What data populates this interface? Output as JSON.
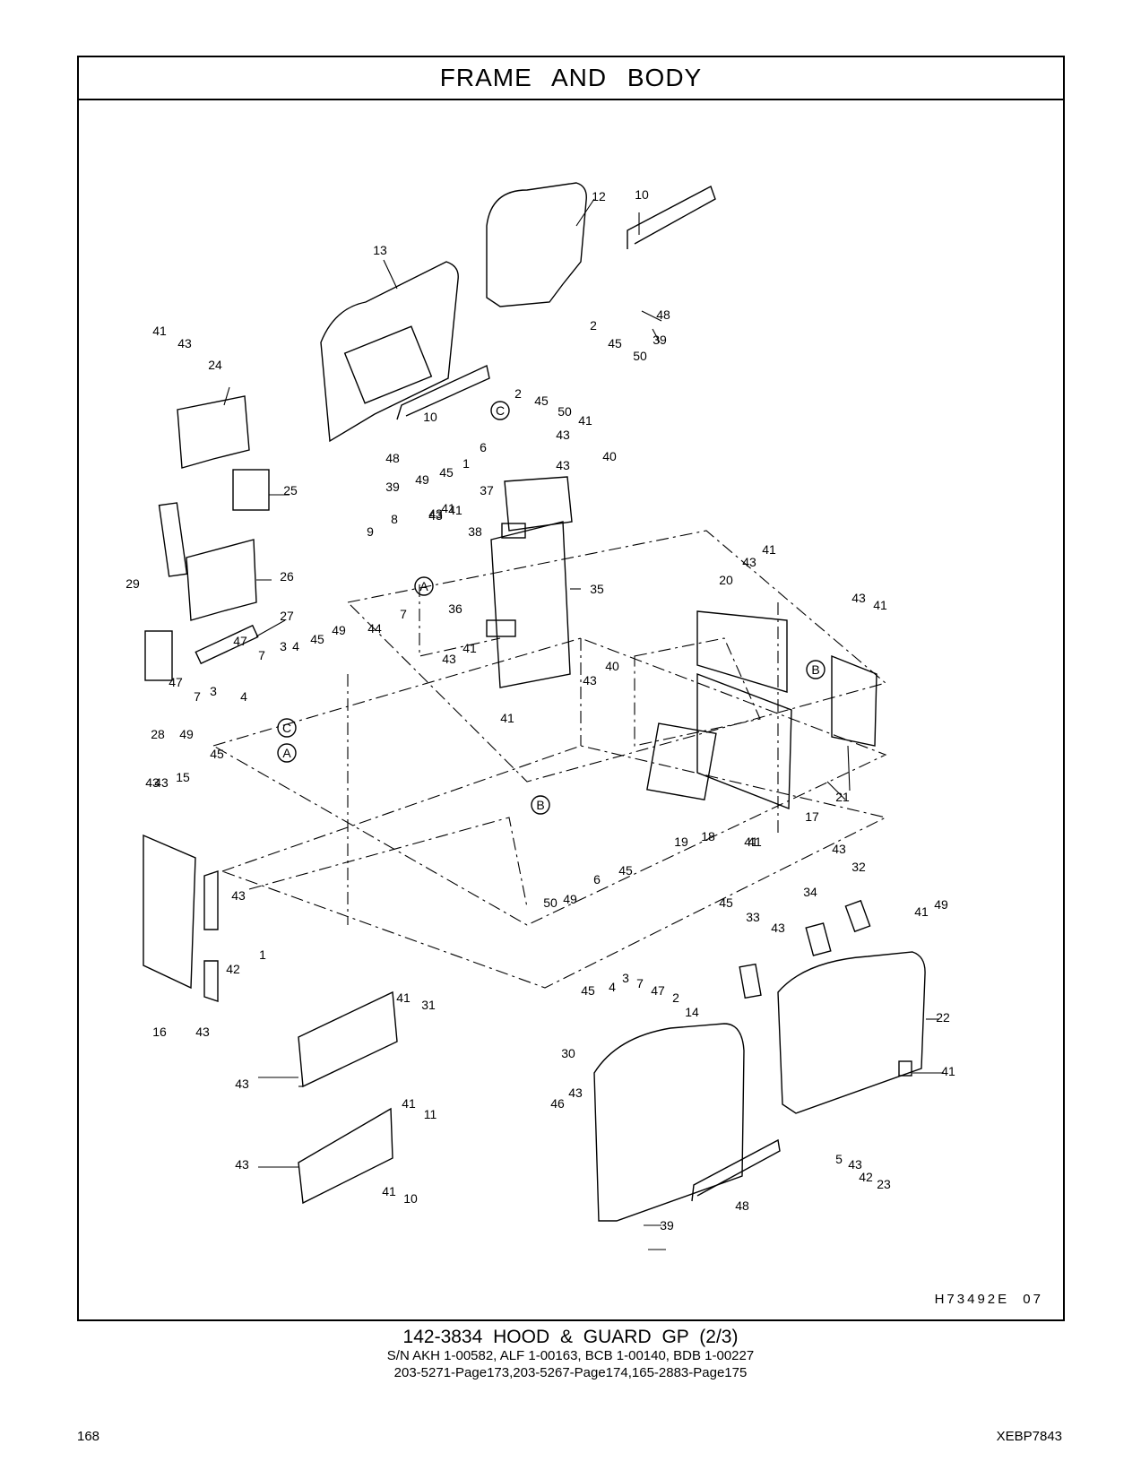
{
  "header": {
    "title": "FRAME AND BODY"
  },
  "illustration": {
    "code": "H73492E 07",
    "callouts": [
      {
        "label": "12"
      },
      {
        "label": "10"
      },
      {
        "label": "13"
      },
      {
        "label": "48"
      },
      {
        "label": "39"
      },
      {
        "label": "41"
      },
      {
        "label": "43"
      },
      {
        "label": "24"
      },
      {
        "label": "2"
      },
      {
        "label": "45"
      },
      {
        "label": "50"
      },
      {
        "label": "2"
      },
      {
        "label": "45"
      },
      {
        "label": "50"
      },
      {
        "label": "10"
      },
      {
        "label": "6"
      },
      {
        "label": "48"
      },
      {
        "label": "39"
      },
      {
        "label": "49"
      },
      {
        "label": "45"
      },
      {
        "label": "1"
      },
      {
        "label": "41"
      },
      {
        "label": "43"
      },
      {
        "label": "25"
      },
      {
        "label": "43"
      },
      {
        "label": "40"
      },
      {
        "label": "41"
      },
      {
        "label": "43"
      },
      {
        "label": "37"
      },
      {
        "label": "29"
      },
      {
        "label": "9"
      },
      {
        "label": "8"
      },
      {
        "label": "43"
      },
      {
        "label": "41"
      },
      {
        "label": "38"
      },
      {
        "label": "26"
      },
      {
        "label": "7"
      },
      {
        "label": "44"
      },
      {
        "label": "35"
      },
      {
        "label": "41"
      },
      {
        "label": "43"
      },
      {
        "label": "20"
      },
      {
        "label": "43"
      },
      {
        "label": "41"
      },
      {
        "label": "27"
      },
      {
        "label": "36"
      },
      {
        "label": "49"
      },
      {
        "label": "45"
      },
      {
        "label": "4"
      },
      {
        "label": "3"
      },
      {
        "label": "47"
      },
      {
        "label": "7"
      },
      {
        "label": "41"
      },
      {
        "label": "43"
      },
      {
        "label": "40"
      },
      {
        "label": "43"
      },
      {
        "label": "47"
      },
      {
        "label": "3"
      },
      {
        "label": "7"
      },
      {
        "label": "4"
      },
      {
        "label": "41"
      },
      {
        "label": "28"
      },
      {
        "label": "43"
      },
      {
        "label": "49"
      },
      {
        "label": "45"
      },
      {
        "label": "21"
      },
      {
        "label": "17"
      },
      {
        "label": "43"
      },
      {
        "label": "41"
      },
      {
        "label": "19"
      },
      {
        "label": "18"
      },
      {
        "label": "41"
      },
      {
        "label": "43"
      },
      {
        "label": "15"
      },
      {
        "label": "43"
      },
      {
        "label": "42"
      },
      {
        "label": "1"
      },
      {
        "label": "6"
      },
      {
        "label": "45"
      },
      {
        "label": "49"
      },
      {
        "label": "50"
      },
      {
        "label": "45"
      },
      {
        "label": "33"
      },
      {
        "label": "32"
      },
      {
        "label": "34"
      },
      {
        "label": "43"
      },
      {
        "label": "41"
      },
      {
        "label": "49"
      },
      {
        "label": "45"
      },
      {
        "label": "4"
      },
      {
        "label": "3"
      },
      {
        "label": "7"
      },
      {
        "label": "47"
      },
      {
        "label": "2"
      },
      {
        "label": "14"
      },
      {
        "label": "16"
      },
      {
        "label": "43"
      },
      {
        "label": "41"
      },
      {
        "label": "31"
      },
      {
        "label": "22"
      },
      {
        "label": "43"
      },
      {
        "label": "41"
      },
      {
        "label": "11"
      },
      {
        "label": "30"
      },
      {
        "label": "41"
      },
      {
        "label": "43"
      },
      {
        "label": "46"
      },
      {
        "label": "5"
      },
      {
        "label": "43"
      },
      {
        "label": "42"
      },
      {
        "label": "23"
      },
      {
        "label": "43"
      },
      {
        "label": "41"
      },
      {
        "label": "10"
      },
      {
        "label": "48"
      },
      {
        "label": "39"
      }
    ],
    "view_markers": [
      {
        "label": "C"
      },
      {
        "label": "A"
      },
      {
        "label": "B"
      },
      {
        "label": "C"
      },
      {
        "label": "A"
      },
      {
        "label": "B"
      }
    ]
  },
  "caption": {
    "title": "142-3834 HOOD & GUARD GP (2/3)",
    "serials": "S/N AKH 1-00582, ALF 1-00163, BCB 1-00140, BDB 1-00227",
    "references": "203-5271-Page173,203-5267-Page174,165-2883-Page175"
  },
  "footer": {
    "page_number": "168",
    "document_id": "XEBP7843"
  }
}
